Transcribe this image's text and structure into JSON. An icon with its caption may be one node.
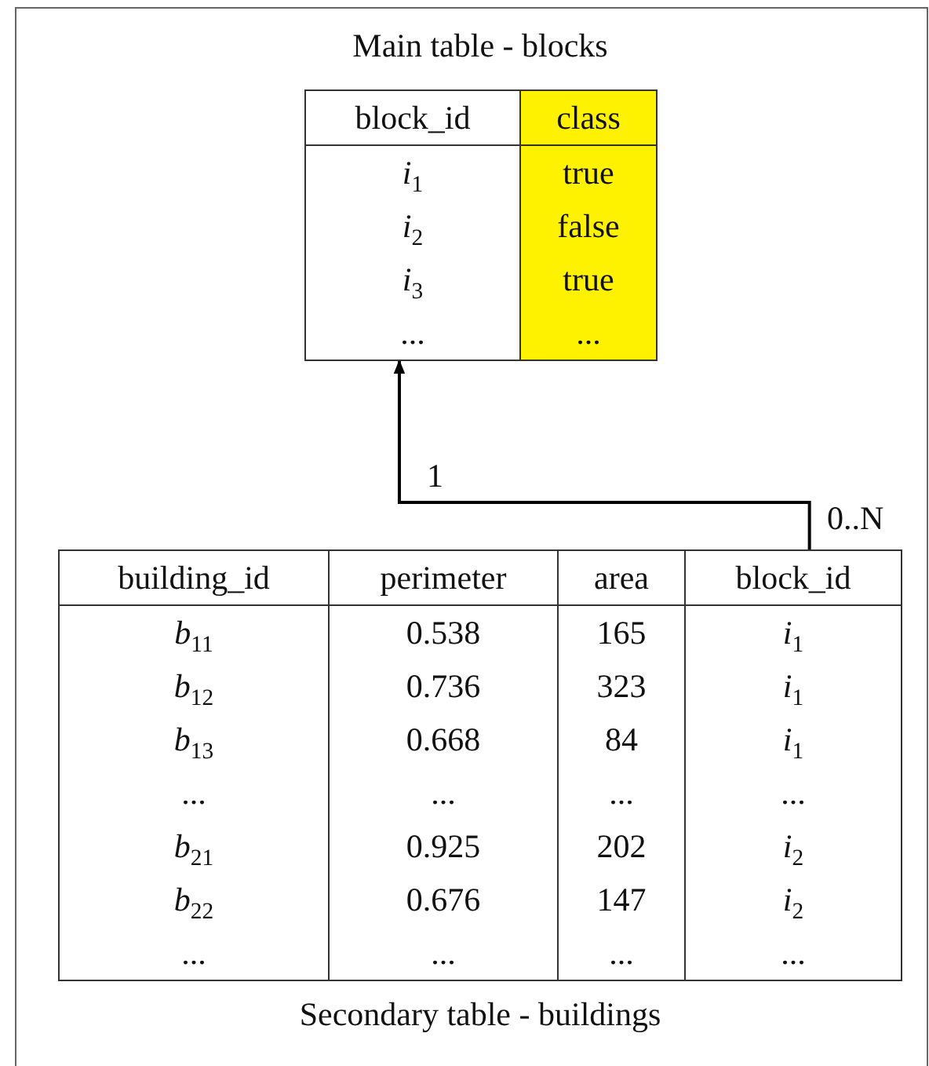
{
  "diagram": {
    "nodes": [
      {
        "text": [
          "Main table - blocks"
        ]
      },
      {
        "text": [
          "Secondary table - buildings"
        ]
      }
    ],
    "edges": [
      {
        "from": 1,
        "to": 0,
        "arrow": "to"
      }
    ],
    "labels": [
      "block_id",
      "class",
      "*i*$_{1}$",
      "true",
      "*i*$_{2}$",
      "false",
      "*i*$_{3}$",
      "true",
      "...",
      "...",
      "1",
      "0..N",
      "building_id",
      "perimeter",
      "area",
      "block_id",
      "*b*$_{11}$",
      "0.538",
      "165",
      "*i*$_{1}$",
      "*b*$_{12}$",
      "0.736",
      "323",
      "*i*$_{1}$",
      "*b*$_{13}$",
      "0.668",
      "84",
      "*i*$_{1}$",
      "...",
      "...",
      "...",
      "...",
      "*b*$_{21}$",
      "0.925",
      "202",
      "*i*$_{2}$",
      "*b*$_{22}$",
      "0.676",
      "147",
      "*i*$_{2}$",
      "...",
      "...",
      "...",
      "..."
    ]
  }
}
